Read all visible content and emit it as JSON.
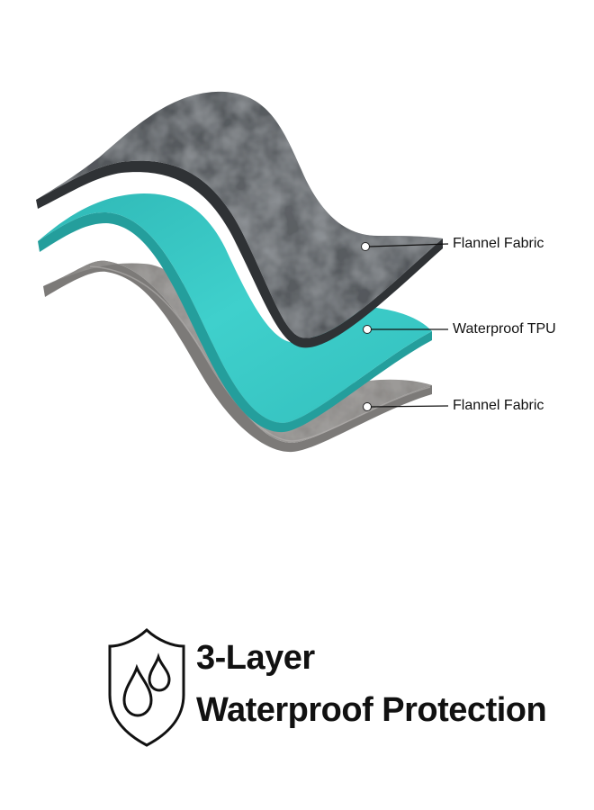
{
  "layers": [
    {
      "label": "Flannel Fabric",
      "color": "#55595c"
    },
    {
      "label": "Waterproof TPU",
      "color": "#3cc4c2"
    },
    {
      "label": "Flannel Fabric",
      "color": "#9a9896"
    }
  ],
  "badge": {
    "icon": "shield-water-drops-icon",
    "line1": "3-Layer",
    "line2": "Waterproof Protection"
  }
}
